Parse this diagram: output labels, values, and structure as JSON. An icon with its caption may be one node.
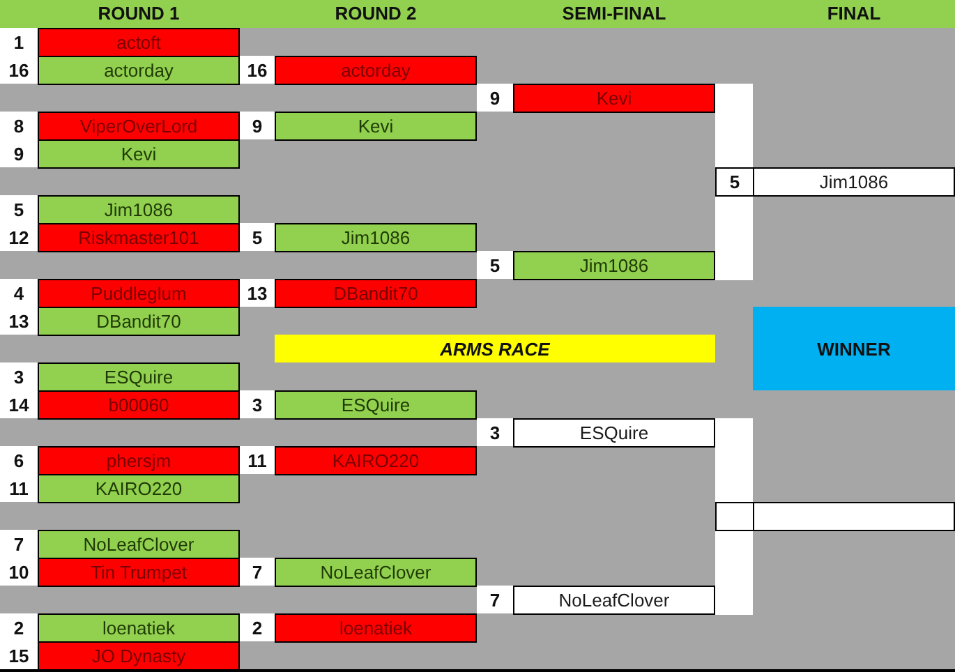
{
  "diagram": {
    "nodes": [
      {
        "text": [
          "actoft"
        ],
        "beside": [
          "1"
        ]
      },
      {
        "text": [
          "actorday"
        ],
        "beside": [
          "16"
        ]
      },
      {
        "text": [
          "actorday"
        ],
        "beside": [
          "16"
        ]
      },
      {
        "text": [
          "Kevi"
        ],
        "beside": [
          "9"
        ]
      },
      {
        "text": [
          "ViperOverLord"
        ],
        "beside": [
          "8"
        ]
      },
      {
        "text": [
          "Kevi"
        ],
        "beside": [
          "9"
        ]
      },
      {
        "text": [
          "Kevi"
        ],
        "beside": [
          "9"
        ]
      },
      {
        "text": [
          "5",
          "Jim1086"
        ]
      },
      {
        "text": [
          "Jim1086"
        ],
        "beside": [
          "5"
        ]
      },
      {
        "text": [
          "Riskmaster101"
        ],
        "beside": [
          "12"
        ]
      },
      {
        "text": [
          "Jim1086"
        ],
        "beside": [
          "5"
        ]
      },
      {
        "text": [
          "Jim1086"
        ],
        "beside": [
          "5"
        ]
      },
      {
        "text": [
          "Puddleglum"
        ],
        "beside": [
          "4"
        ]
      },
      {
        "text": [
          "DBandit70"
        ],
        "beside": [
          "13"
        ]
      },
      {
        "text": [
          "DBandit70"
        ],
        "beside": [
          "13"
        ]
      },
      {
        "text": [
          "ARMS RACE"
        ]
      },
      {
        "text": [
          "WINNER"
        ]
      },
      {
        "text": [
          "ESQuire"
        ],
        "beside": [
          "3"
        ]
      },
      {
        "text": [
          "b00060"
        ],
        "beside": [
          "14"
        ]
      },
      {
        "text": [
          "ESQuire"
        ],
        "beside": [
          "3"
        ]
      },
      {
        "text": [
          "ESQuire"
        ],
        "beside": [
          "3"
        ]
      },
      {
        "text": [
          "phersjm"
        ],
        "beside": [
          "6"
        ]
      },
      {
        "text": [
          "KAIRO220"
        ],
        "beside": [
          "11"
        ]
      },
      {
        "text": [
          "KAIRO220"
        ],
        "beside": [
          "11"
        ]
      },
      {
        "text": [],
        "shape": "box"
      },
      {
        "text": [
          "NoLeafClover"
        ],
        "beside": [
          "7"
        ]
      },
      {
        "text": [
          "Tin Trumpet"
        ],
        "beside": [
          "10"
        ]
      },
      {
        "text": [
          "NoLeafClover"
        ],
        "beside": [
          "7"
        ]
      },
      {
        "text": [
          "NoLeafClover"
        ],
        "beside": [
          "7"
        ]
      },
      {
        "text": [
          "loenatiek"
        ],
        "beside": [
          "2"
        ]
      },
      {
        "text": [
          "loenatiek"
        ],
        "beside": [
          "2"
        ]
      },
      {
        "text": [
          "JO Dynasty"
        ],
        "beside": [
          "15"
        ]
      }
    ],
    "edges": [
      {
        "from": 3,
        "to": 7,
        "arrow": "none"
      },
      {
        "from": 11,
        "to": 7,
        "arrow": "none"
      },
      {
        "from": 20,
        "to": 24,
        "arrow": "none"
      },
      {
        "from": 28,
        "to": 24,
        "arrow": "none"
      }
    ],
    "labels": [
      "ROUND 1",
      "ROUND 2",
      "SEMI-FINAL",
      "FINAL"
    ]
  }
}
